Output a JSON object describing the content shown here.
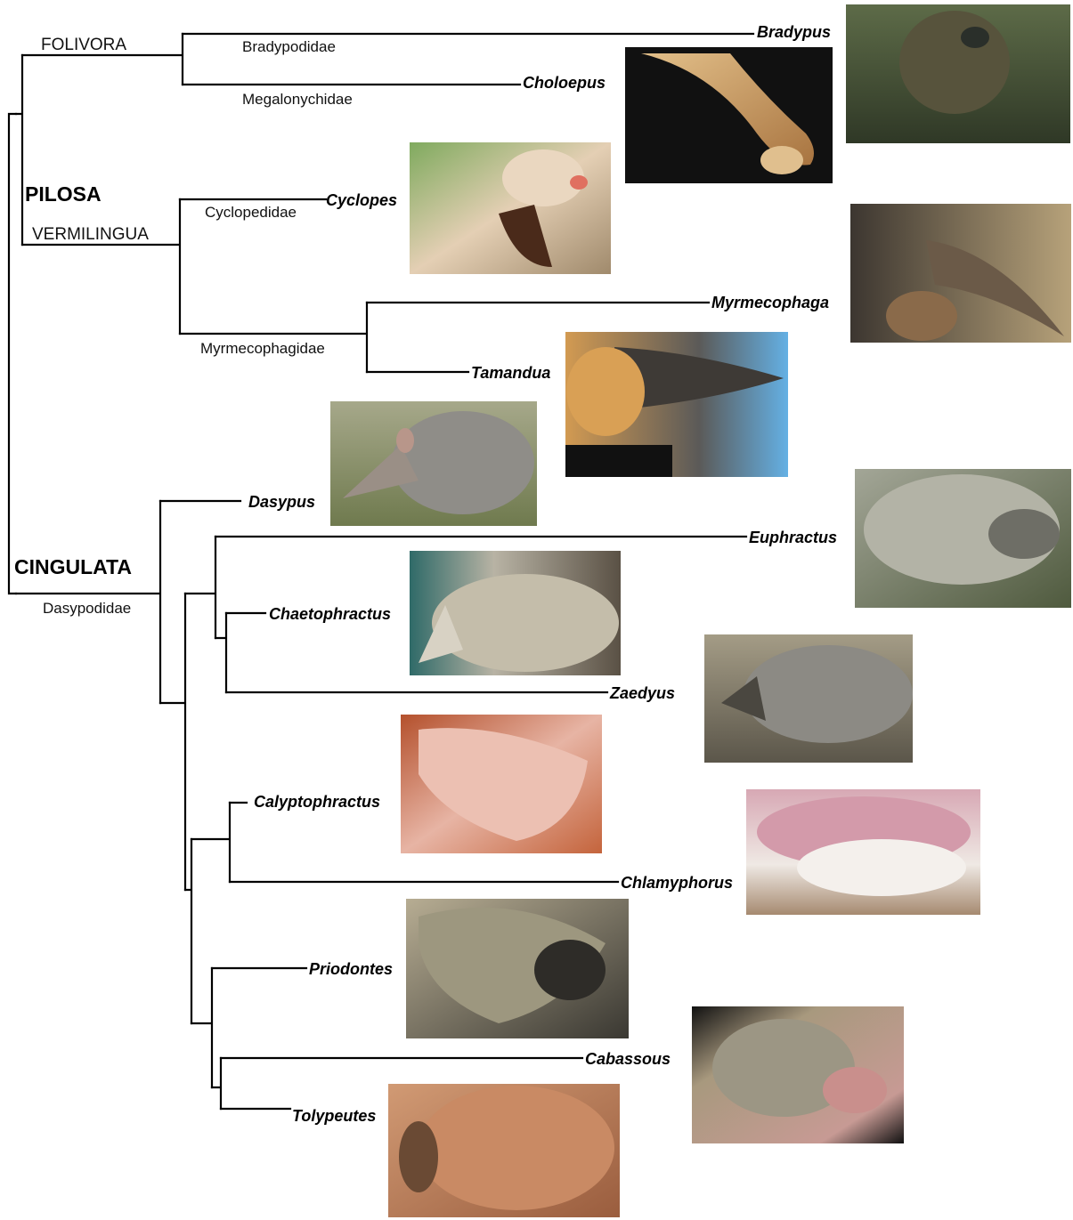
{
  "clades": {
    "pilosa": "PILOSA",
    "folivora": "FOLIVORA",
    "vermilingua": "VERMILINGUA",
    "cingulata": "CINGULATA"
  },
  "families": {
    "bradypodidae": "Bradypodidae",
    "megalonychidae": "Megalonychidae",
    "cyclopedidae": "Cyclopedidae",
    "myrmecophagidae": "Myrmecophagidae",
    "dasypodidae": "Dasypodidae"
  },
  "genera": {
    "bradypus": "Bradypus",
    "choloepus": "Choloepus",
    "cyclopes": "Cyclopes",
    "myrmecophaga": "Myrmecophaga",
    "tamandua": "Tamandua",
    "dasypus": "Dasypus",
    "euphractus": "Euphractus",
    "chaetophractus": "Chaetophractus",
    "zaedyus": "Zaedyus",
    "calyptophractus": "Calyptophractus",
    "chlamyphorus": "Chlamyphorus",
    "priodontes": "Priodontes",
    "cabassous": "Cabassous",
    "tolypeutes": "Tolypeutes"
  },
  "photo_colors": {
    "bradypus": "#4d5a3c",
    "choloepus": "#c79a5c",
    "cyclopes": "#cbb294",
    "myrmecophaga": "#4f4740",
    "tamandua": "#5aa6d8",
    "dasypus": "#8a9070",
    "euphractus": "#7c8174",
    "chaetophractus": "#8f8e86",
    "zaedyus": "#7d786c",
    "calyptophractus": "#c4643c",
    "chlamyphorus": "#c5a49a",
    "priodontes": "#6e6a5e",
    "cabassous": "#9a8d7a",
    "tolypeutes": "#b47a58"
  }
}
